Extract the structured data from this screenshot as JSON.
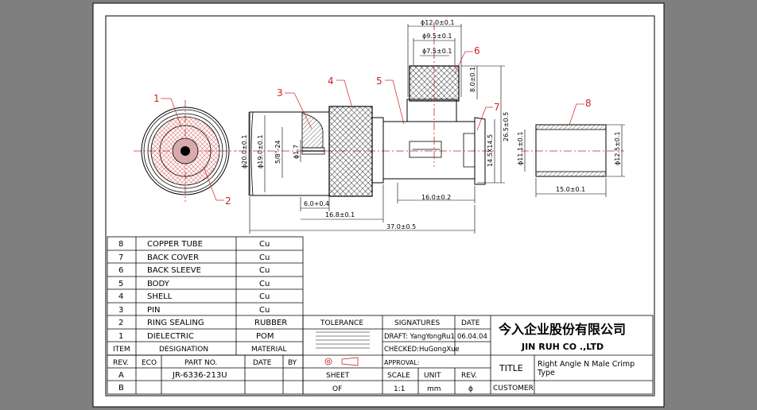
{
  "dimensions": {
    "d12": "ϕ12.0±0.1",
    "d95": "ϕ9.5±0.1",
    "d75": "ϕ7.5±0.1",
    "h8": "8.0±0.1",
    "h265": "26.5±0.5",
    "h145": "14.5X14.5",
    "d200": "ϕ20.0±0.1",
    "d190": "ϕ19.0±0.1",
    "thread": "5/8\"-24",
    "d17": "ϕ1.7",
    "w60": "6.0+0.4",
    "w168": "16.8±0.1",
    "w160": "16.0±0.2",
    "w370": "37.0±0.5",
    "d111": "ϕ11.1±0.1",
    "d125": "ϕ12.5±0.1",
    "w150": "15.0±0.1"
  },
  "balloons": [
    "1",
    "2",
    "3",
    "4",
    "5",
    "6",
    "7",
    "8"
  ],
  "bom": {
    "rows": [
      {
        "item": "8",
        "designation": "COPPER TUBE",
        "material": "Cu"
      },
      {
        "item": "7",
        "designation": "BACK COVER",
        "material": "Cu"
      },
      {
        "item": "6",
        "designation": "BACK SLEEVE",
        "material": "Cu"
      },
      {
        "item": "5",
        "designation": "BODY",
        "material": "Cu"
      },
      {
        "item": "4",
        "designation": "SHELL",
        "material": "Cu"
      },
      {
        "item": "3",
        "designation": "PIN",
        "material": "Cu"
      },
      {
        "item": "2",
        "designation": "RING SEALING",
        "material": "RUBBER"
      },
      {
        "item": "1",
        "designation": "DIELECTRIC",
        "material": "POM"
      }
    ],
    "header": {
      "item": "ITEM",
      "designation": "DESIGNATION",
      "material": "MATERIAL"
    }
  },
  "rev": {
    "header": {
      "rev": "REV.",
      "eco": "ECO",
      "part": "PART NO.",
      "date": "DATE",
      "by": "BY"
    },
    "rows": [
      {
        "rev": "A",
        "part": "JR-6336-213U"
      },
      {
        "rev": "B",
        "part": ""
      }
    ]
  },
  "titleblock": {
    "tolerance": "TOLERANCE",
    "signatures": "SIGNATURES",
    "date_label": "DATE",
    "draft": "DRAFT: YangYongRu1",
    "draft_date": "06.04.04",
    "checked": "CHECKED:HuGongXue",
    "approval": "APPROVAL:",
    "sheet_label": "SHEET",
    "sheet_value": "OF",
    "scale_label": "SCALE",
    "scale_value": "1:1",
    "unit_label": "UNIT",
    "unit_value": "mm",
    "rev_label": "REV.",
    "rev_value": "ϕ",
    "company_cn": "今入企业股份有限公司",
    "company_en": "JIN  RUH  CO .,LTD",
    "title_label": "TITLE",
    "title_value_1": "Right Angle N Male Crimp",
    "title_value_2": "Type",
    "customer_label": "CUSTOMER"
  }
}
